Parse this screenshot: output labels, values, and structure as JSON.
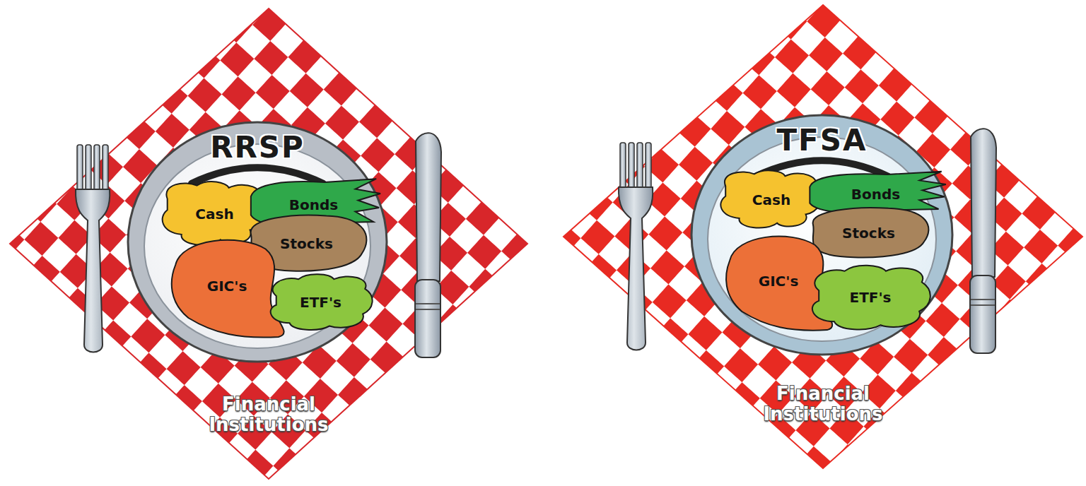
{
  "diagram": {
    "nodes": [
      {
        "text": [
          "Financial Institutions"
        ]
      },
      {
        "text": [
          "RRSP"
        ],
        "in": 0
      },
      {
        "text": [
          "Cash"
        ],
        "in": 1
      },
      {
        "text": [
          "Bonds"
        ],
        "in": 1
      },
      {
        "text": [
          "Stocks"
        ],
        "in": 1
      },
      {
        "text": [
          "GIC's"
        ],
        "in": 1
      },
      {
        "text": [
          "ETF's"
        ],
        "in": 1
      },
      {
        "text": [
          "Financial Institutions"
        ]
      },
      {
        "text": [
          "TFSA"
        ],
        "in": 7
      },
      {
        "text": [
          "Cash"
        ],
        "in": 8
      },
      {
        "text": [
          "Bonds"
        ],
        "in": 8
      },
      {
        "text": [
          "Stocks"
        ],
        "in": 8
      },
      {
        "text": [
          "GIC's"
        ],
        "in": 8
      },
      {
        "text": [
          "ETF's"
        ],
        "in": 8
      }
    ]
  }
}
